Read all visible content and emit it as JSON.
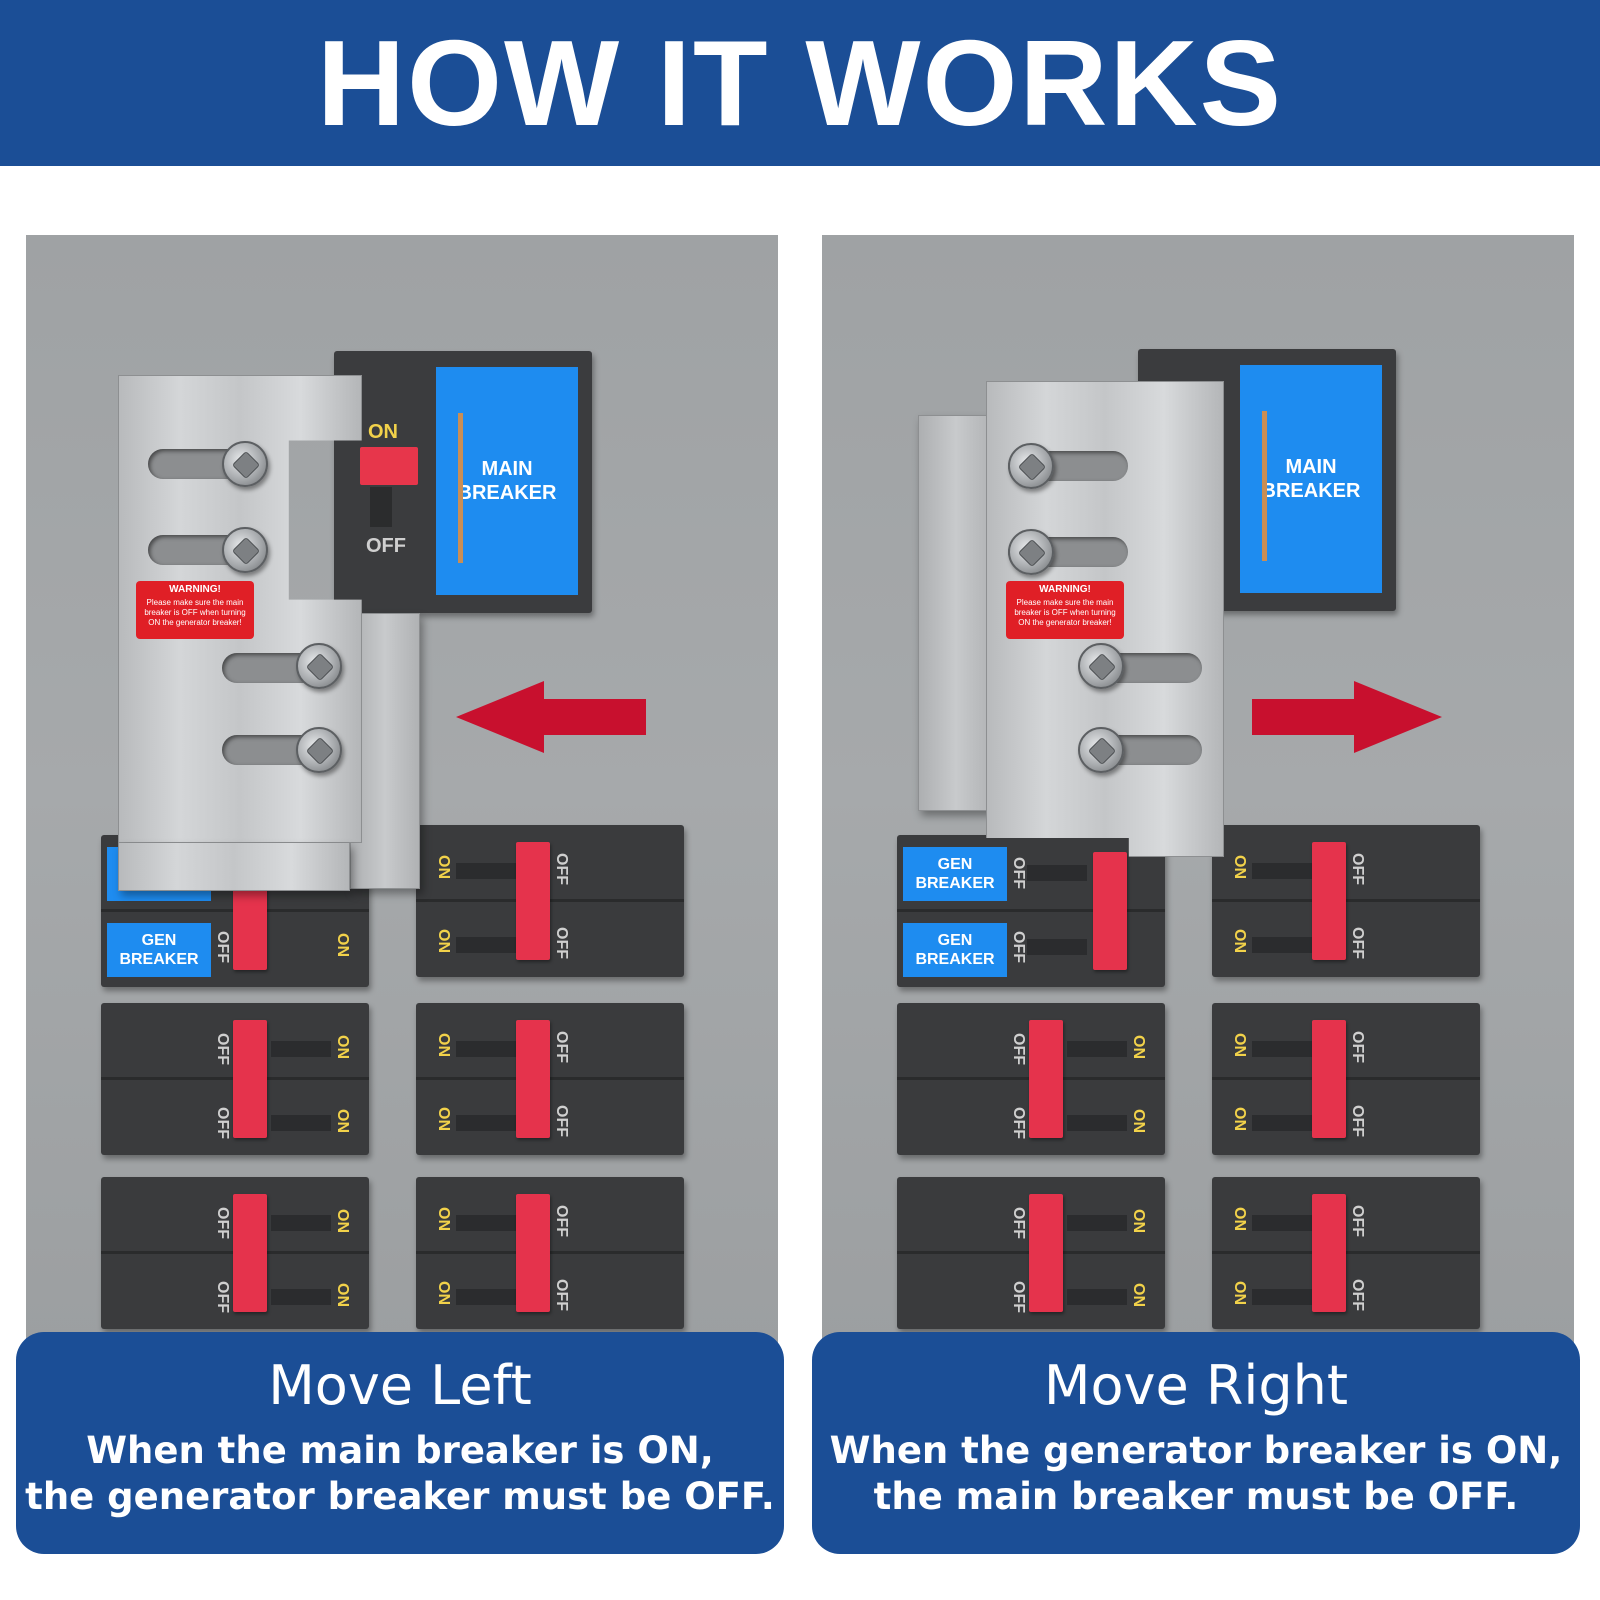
{
  "header": {
    "title": "HOW IT WORKS"
  },
  "main_breaker": {
    "label": "MAIN\nBREAKER",
    "on_label": "ON",
    "off_label": "OFF"
  },
  "breakers": {
    "gen_label": "GEN\nBREAKER",
    "on_label": "ON",
    "off_label": "OFF"
  },
  "warning_sticker": {
    "title": "WARNING!",
    "body": "Please make sure the main breaker is OFF when turning ON the generator breaker!"
  },
  "colors": {
    "header_bg": "#1b4e96",
    "breaker_label_blue": "#1e8cf0",
    "toggle_red": "#e5334c",
    "arrow_red": "#c8102e",
    "warning_red": "#e01f26"
  },
  "icons": {
    "left_arrow": "arrow-left-icon",
    "right_arrow": "arrow-right-icon",
    "screw": "screw-icon"
  },
  "panels": [
    {
      "caption_title": "Move Left",
      "caption_line1": "When the main breaker is ON,",
      "caption_line2": "the generator breaker must be OFF."
    },
    {
      "caption_title": "Move Right",
      "caption_line1": "When the generator breaker is ON,",
      "caption_line2": "the main breaker must be OFF."
    }
  ]
}
